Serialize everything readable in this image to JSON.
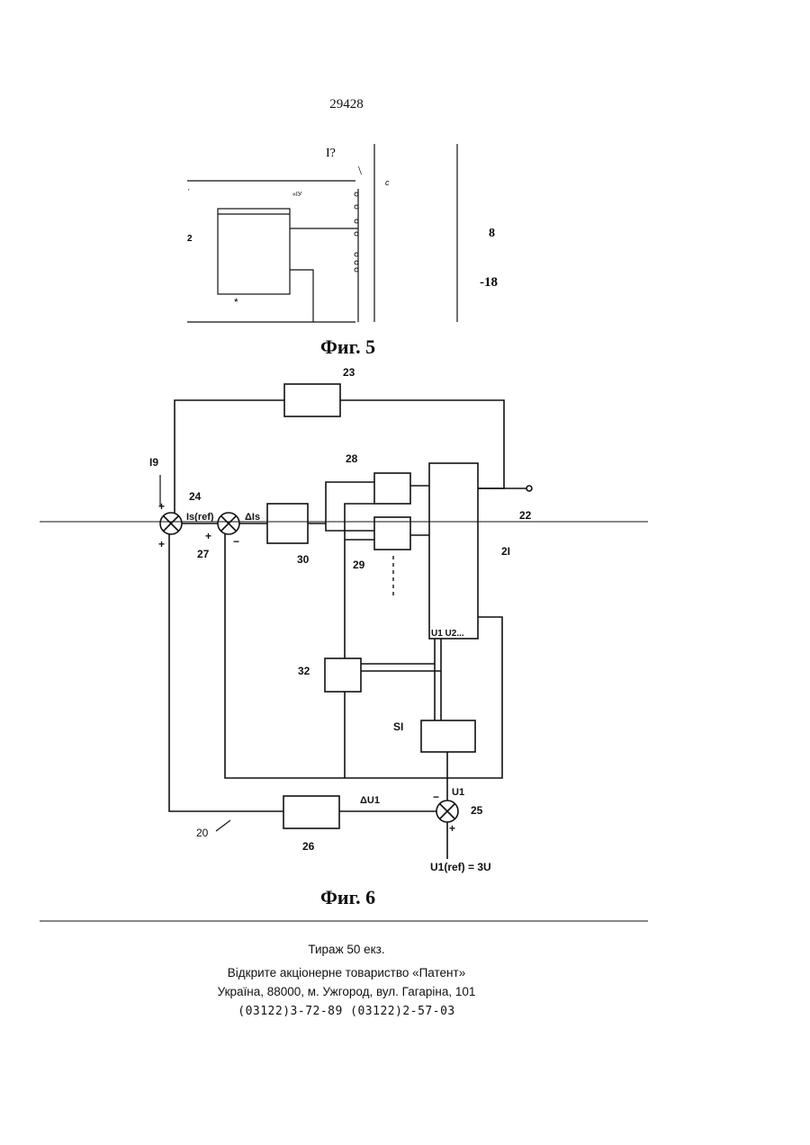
{
  "page_number": "29428",
  "fig5": {
    "caption": "Фиг. 5",
    "labels": {
      "top": "I?",
      "slash": "\\",
      "c": "c",
      "iy": "«IУ",
      "two": "2",
      "asterisk": "*",
      "eight": "8",
      "eighteen": "-18",
      "dot": "'"
    }
  },
  "fig6": {
    "caption": "Фиг. 6",
    "labels": {
      "b23": "23",
      "b28": "28",
      "b29": "29",
      "b30": "30",
      "b32": "32",
      "b31": "SI",
      "b26": "26",
      "n21": "2I",
      "n22": "22",
      "n24": "24",
      "n27": "27",
      "n25": "25",
      "n20": "20",
      "i9": "I9",
      "is_ref": "Is(ref)",
      "delta_is": "ΔIs",
      "u1u2": "U1 U2...",
      "u1": "U1",
      "delta_u1": "ΔU1",
      "u1_ref": "U1(ref) = 3U",
      "plus": "+",
      "minus": "−"
    }
  },
  "footer": {
    "circulation": "Тираж 50 екз.",
    "publisher": "Відкрите акціонерне товариство «Патент»",
    "address": "Україна, 88000, м. Ужгород, вул. Гагаріна, 101",
    "phones": "(03122)3-72-89  (03122)2-57-03"
  }
}
